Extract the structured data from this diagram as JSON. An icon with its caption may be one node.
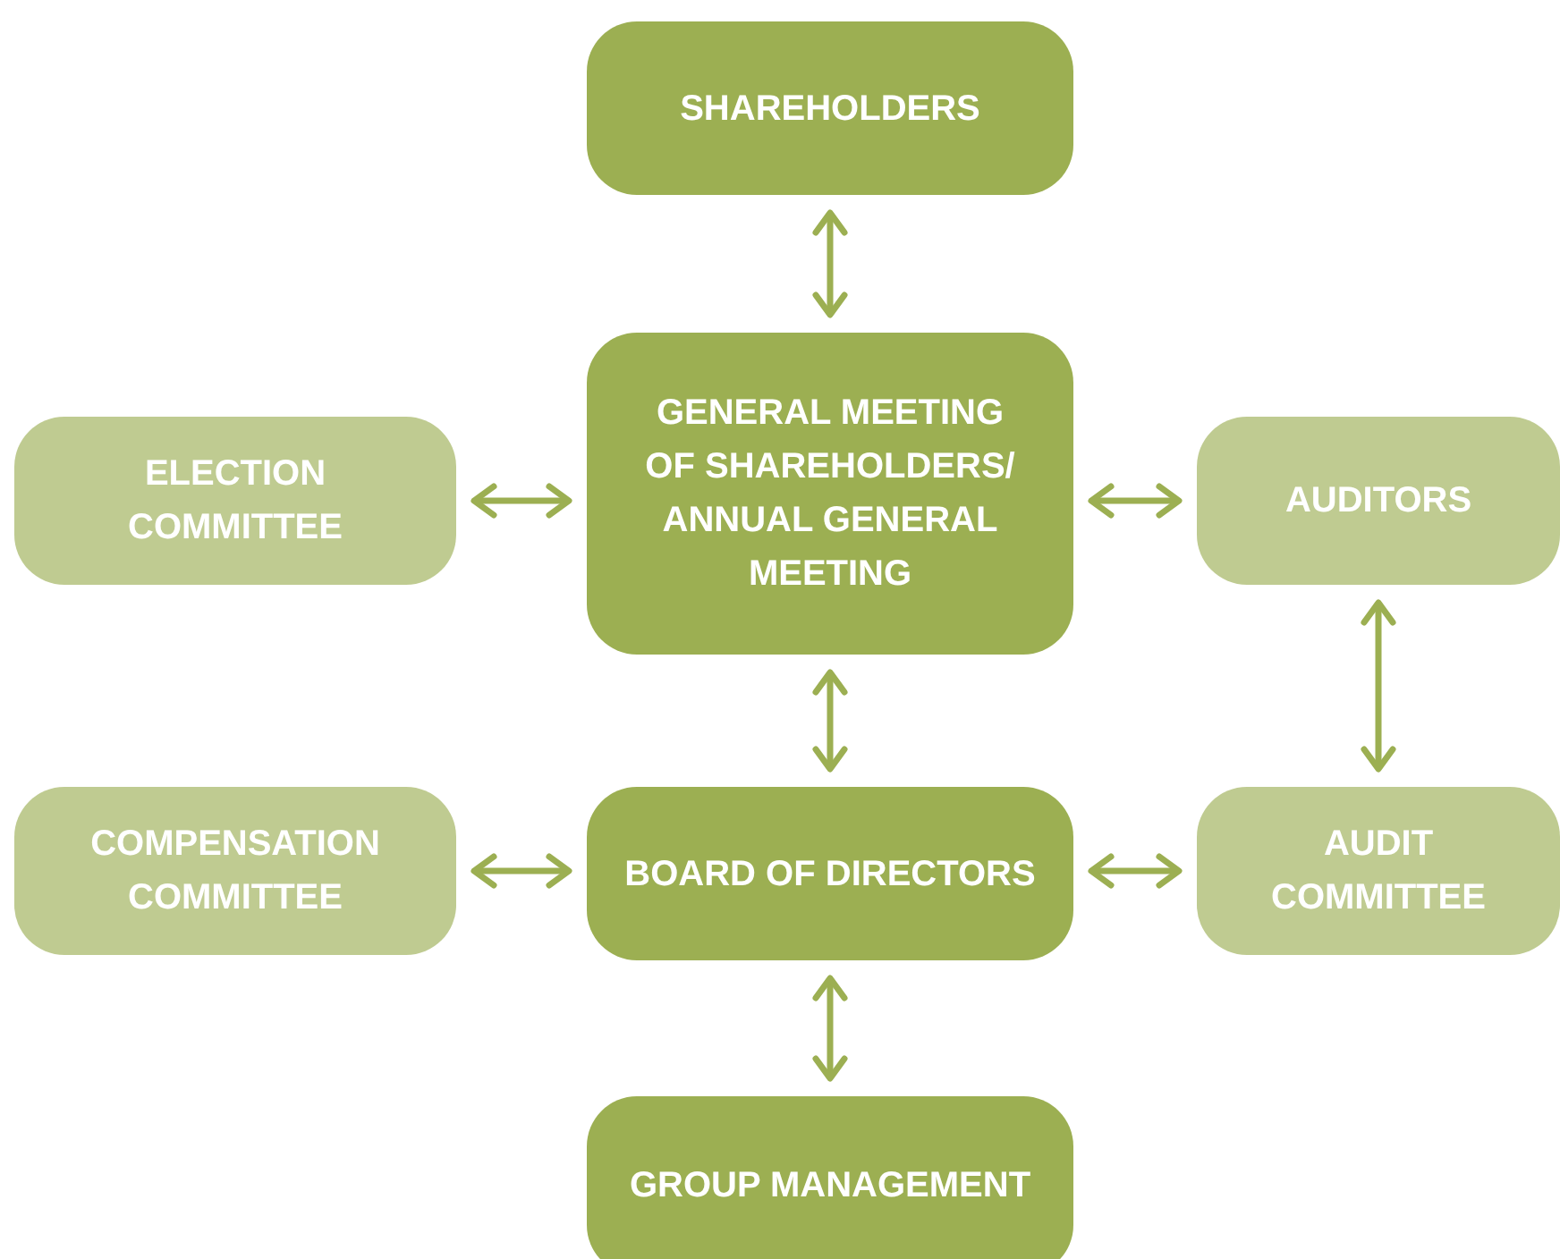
{
  "diagram": {
    "nodes": [
      {
        "text": [
          "SHAREHOLDERS"
        ]
      },
      {
        "text": [
          "GENERAL MEETING OF SHAREHOLDERS/ ANNUAL GENERAL MEETING"
        ]
      },
      {
        "text": [
          "ELECTION COMMITTEE"
        ]
      },
      {
        "text": [
          "AUDITORS"
        ]
      },
      {
        "text": [
          "COMPENSATION COMMITTEE"
        ]
      },
      {
        "text": [
          "BOARD OF DIRECTORS"
        ]
      },
      {
        "text": [
          "AUDIT COMMITTEE"
        ]
      },
      {
        "text": [
          "GROUP MANAGEMENT"
        ]
      }
    ],
    "edges": [
      {
        "from": 0,
        "to": 1,
        "arrow": "both"
      },
      {
        "from": 2,
        "to": 1,
        "arrow": "both"
      },
      {
        "from": 1,
        "to": 3,
        "arrow": "both"
      },
      {
        "from": 1,
        "to": 5,
        "arrow": "both"
      },
      {
        "from": 3,
        "to": 6,
        "arrow": "both"
      },
      {
        "from": 4,
        "to": 5,
        "arrow": "both"
      },
      {
        "from": 5,
        "to": 6,
        "arrow": "both"
      },
      {
        "from": 5,
        "to": 7,
        "arrow": "both"
      }
    ]
  }
}
